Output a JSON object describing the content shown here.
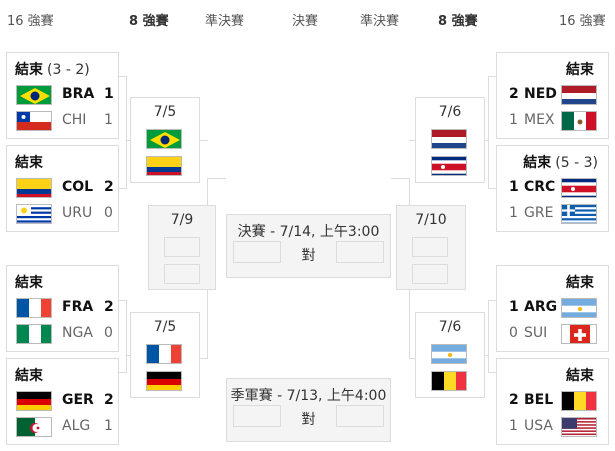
{
  "headers": {
    "r16_left": "16 強賽",
    "qf_left": "8 強賽",
    "sf_left": "準決賽",
    "final": "決賽",
    "sf_right": "準決賽",
    "qf_right": "8 強賽",
    "r16_right": "16 強賽"
  },
  "matches": {
    "m1": {
      "status": "結束",
      "score": "(3 - 2)",
      "t1": {
        "code": "BRA",
        "goals": "1",
        "flag": "brazil-flag"
      },
      "t2": {
        "code": "CHI",
        "goals": "1",
        "flag": "chile-flag"
      }
    },
    "m2": {
      "status": "結束",
      "score": "",
      "t1": {
        "code": "COL",
        "goals": "2",
        "flag": "colombia-flag"
      },
      "t2": {
        "code": "URU",
        "goals": "0",
        "flag": "uruguay-flag"
      }
    },
    "m3": {
      "status": "結束",
      "score": "",
      "t1": {
        "code": "FRA",
        "goals": "2",
        "flag": "france-flag"
      },
      "t2": {
        "code": "NGA",
        "goals": "0",
        "flag": "nigeria-flag"
      }
    },
    "m4": {
      "status": "結束",
      "score": "",
      "t1": {
        "code": "GER",
        "goals": "2",
        "flag": "germany-flag"
      },
      "t2": {
        "code": "ALG",
        "goals": "1",
        "flag": "algeria-flag"
      }
    },
    "m5": {
      "status": "結束",
      "score": "",
      "t1": {
        "code": "NED",
        "goals": "2",
        "flag": "netherlands-flag"
      },
      "t2": {
        "code": "MEX",
        "goals": "1",
        "flag": "mexico-flag"
      }
    },
    "m6": {
      "status": "結束",
      "score": "(5 - 3)",
      "t1": {
        "code": "CRC",
        "goals": "1",
        "flag": "costa-rica-flag"
      },
      "t2": {
        "code": "GRE",
        "goals": "1",
        "flag": "greece-flag"
      }
    },
    "m7": {
      "status": "結束",
      "score": "",
      "t1": {
        "code": "ARG",
        "goals": "1",
        "flag": "argentina-flag"
      },
      "t2": {
        "code": "SUI",
        "goals": "0",
        "flag": "switzerland-flag"
      }
    },
    "m8": {
      "status": "結束",
      "score": "",
      "t1": {
        "code": "BEL",
        "goals": "2",
        "flag": "belgium-flag"
      },
      "t2": {
        "code": "USA",
        "goals": "1",
        "flag": "usa-flag"
      }
    }
  },
  "quarterfinals": {
    "qf1": {
      "date": "7/5"
    },
    "qf2": {
      "date": "7/5"
    },
    "qf3": {
      "date": "7/6"
    },
    "qf4": {
      "date": "7/6"
    }
  },
  "semifinals": {
    "sf1": {
      "date": "7/9"
    },
    "sf2": {
      "date": "7/10"
    }
  },
  "final": {
    "title": "決賽 - 7/14, 上午3:00",
    "vs": "對"
  },
  "third_place": {
    "title": "季軍賽 - 7/13, 上午4:00",
    "vs": "對"
  }
}
